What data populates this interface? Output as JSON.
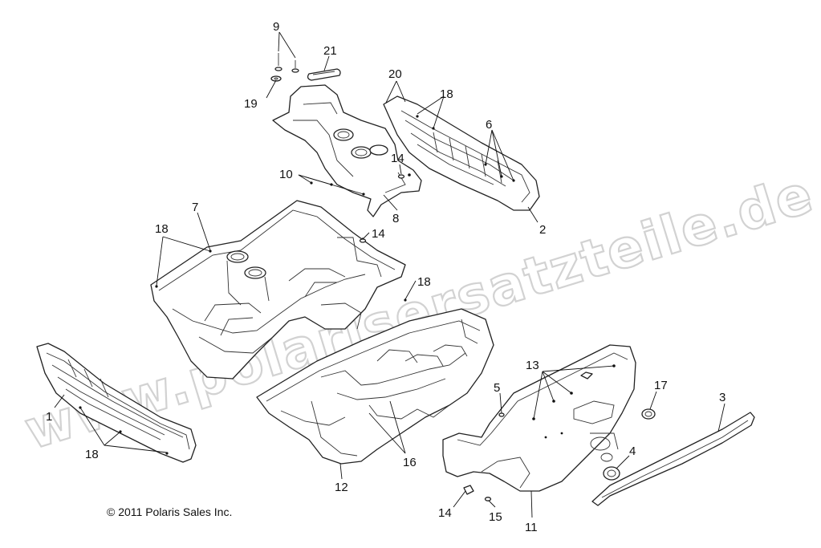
{
  "diagram": {
    "copyright": "© 2011 Polaris Sales Inc.",
    "watermark": "www.polarisersatzteile.de",
    "callouts": {
      "c1": "1",
      "c2": "2",
      "c3": "3",
      "c4": "4",
      "c5": "5",
      "c6": "6",
      "c7": "7",
      "c8": "8",
      "c9": "9",
      "c10": "10",
      "c11": "11",
      "c12": "12",
      "c13": "13",
      "c14a": "14",
      "c14b": "14",
      "c14c": "14",
      "c15": "15",
      "c16": "16",
      "c17": "17",
      "c18a": "18",
      "c18b": "18",
      "c18c": "18",
      "c18d": "18",
      "c19": "19",
      "c20": "20",
      "c21": "21"
    }
  }
}
